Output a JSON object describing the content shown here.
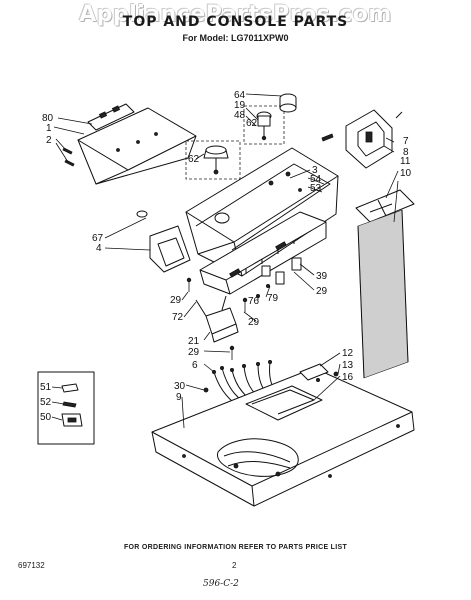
{
  "watermark": "AppliancePartsPros.com",
  "title": "TOP AND CONSOLE PARTS",
  "model_line": "For Model: LG7011XPW0",
  "order_note": "FOR ORDERING INFORMATION REFER TO PARTS PRICE LIST",
  "doc_number": "697132",
  "page_number": "2",
  "handwritten": "596-C-2",
  "labels": {
    "l80": "80",
    "l1": "1",
    "l2": "2",
    "l64": "64",
    "l19": "19",
    "l48": "48",
    "l62a": "62",
    "l62b": "62",
    "l7": "7",
    "l8": "8",
    "l3": "3",
    "l54": "54",
    "l53": "53",
    "l11": "11",
    "l10": "10",
    "l67": "67",
    "l4": "4",
    "l39": "39",
    "l29a": "29",
    "l29b": "29",
    "l29c": "29",
    "l29d": "29",
    "l72": "72",
    "l76": "76",
    "l79": "79",
    "l21": "21",
    "l6": "6",
    "l12": "12",
    "l13": "13",
    "l16": "16",
    "l30": "30",
    "l9": "9",
    "l51": "51",
    "l52": "52",
    "l50": "50"
  }
}
